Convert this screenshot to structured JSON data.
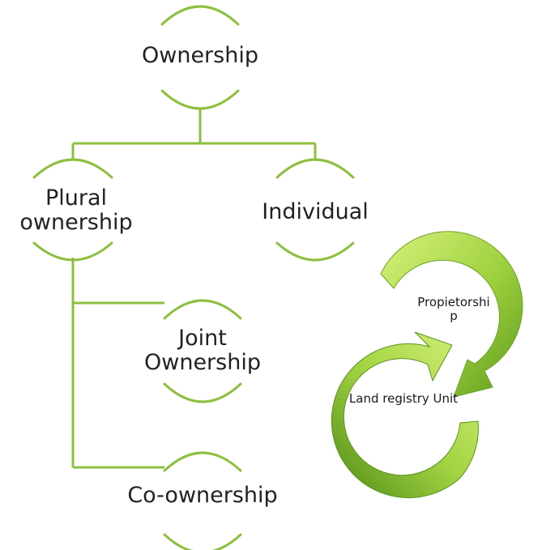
{
  "diagram": {
    "nodes": {
      "ownership": "Ownership",
      "plural_line1": "Plural",
      "plural_line2": "ownership",
      "individual": "Individual",
      "joint_line1": "Joint",
      "joint_line2": "Ownership",
      "co_ownership": "Co-ownership"
    },
    "cycle": {
      "top_label_line1": "Propietorshi",
      "top_label_line2": "p",
      "bottom_label": "Land registry Unit"
    }
  },
  "colors": {
    "accent": "#8dbf3f",
    "arrow_light": "#c6e86a",
    "arrow_dark": "#5f9a1e",
    "text": "#222222"
  }
}
